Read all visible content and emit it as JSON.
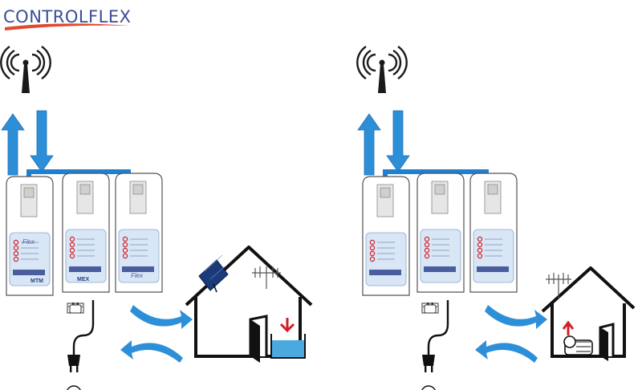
{
  "logo": {
    "text": "CONTROLFLEX",
    "colors": {
      "primary": "#3a4e9a",
      "accent": "#d9332b",
      "swoosh": "#e04a2f"
    }
  },
  "modules": {
    "brand_label": "Flex",
    "left_module_caption": "MTM",
    "center_module_caption": "MEX",
    "right_module_caption": "Flex"
  },
  "scenes": [
    {
      "name": "water-tank-scenario",
      "house_features": [
        "solar-panel",
        "antenna",
        "door",
        "water-tank"
      ],
      "tank_arrow": "down"
    },
    {
      "name": "pump-scenario",
      "house_features": [
        "antenna",
        "door",
        "pump"
      ],
      "pump_arrow": "up"
    }
  ],
  "colors": {
    "arrow_blue": "#2d8fd8",
    "cable_blue": "#1f7fd0",
    "module_outline": "#555555",
    "panel_fill": "#d8e6f5",
    "led_red": "#d21f26",
    "water": "#4aa9df",
    "dark": "#1a1a1a"
  },
  "icons": [
    "antenna-tower-icon",
    "power-plug-icon",
    "ac-sine-icon",
    "battery-icon",
    "solar-panel-icon",
    "water-tank-icon",
    "pump-icon"
  ]
}
